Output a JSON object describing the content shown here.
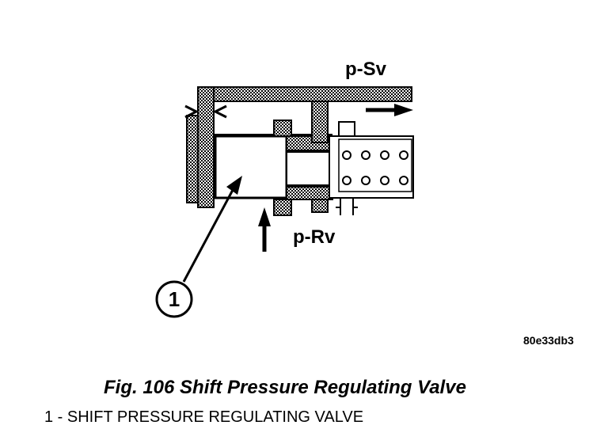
{
  "labels": {
    "supply_pressure": "p-Sv",
    "regulated_pressure": "p-Rv",
    "reference_code": "80e33db3",
    "callout_number": "1"
  },
  "caption": {
    "figure_title": "Fig. 106 Shift Pressure Regulating Valve",
    "legend_item_1": "1 - SHIFT PRESSURE REGULATING VALVE"
  }
}
